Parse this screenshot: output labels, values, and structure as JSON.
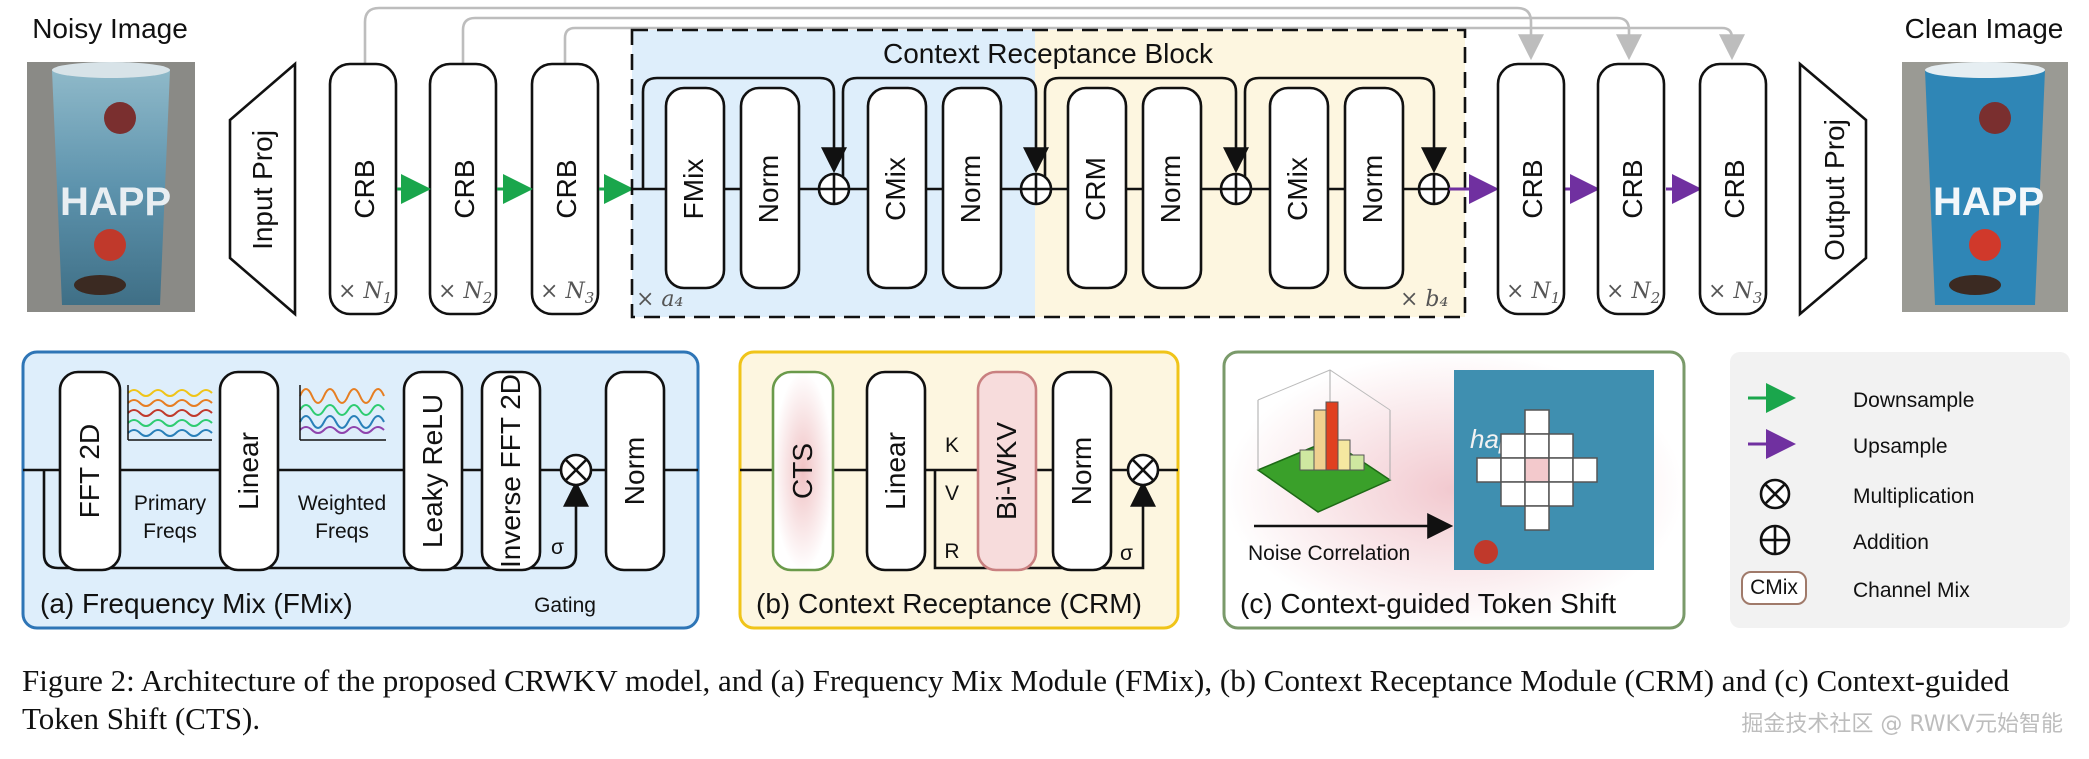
{
  "top": {
    "noisy_title": "Noisy Image",
    "clean_title": "Clean Image",
    "input_proj": "Input Proj",
    "output_proj": "Output Proj",
    "crb_label": "CRB",
    "mult_x": "× ",
    "subs": [
      "N",
      "1",
      "N",
      "2",
      "N",
      "3"
    ],
    "block_title": "Context Receptance Block",
    "a4": "× a₄",
    "b4": "× b₄",
    "inner": [
      "FMix",
      "Norm",
      "CMix",
      "Norm",
      "CRM",
      "Norm",
      "CMix",
      "Norm"
    ],
    "colors": {
      "fmix": "#2e75b6",
      "cmix": "#a07a6a",
      "crm": "#f0c419",
      "down": "#1aa64c",
      "up": "#7030a0",
      "blue_bg": "#deeefb",
      "yellow_bg": "#fdf6e0"
    }
  },
  "panel_a": {
    "fft": "FFT 2D",
    "primary1": "Primary",
    "primary2": "Freqs",
    "linear": "Linear",
    "weighted1": "Weighted",
    "weighted2": "Freqs",
    "leaky": "Leaky ReLU",
    "ifft": "Inverse FFT 2D",
    "norm": "Norm",
    "sigma": "σ",
    "gating": "Gating",
    "caption": "(a) Frequency Mix (FMix)"
  },
  "panel_b": {
    "cts": "CTS",
    "linear": "Linear",
    "bi": "Bi-WKV",
    "norm": "Norm",
    "k": "K",
    "v": "V",
    "r": "R",
    "sigma": "σ",
    "caption": "(b) Context Receptance (CRM)"
  },
  "panel_c": {
    "noise": "Noise Correlation",
    "caption": "(c) Context-guided Token Shift"
  },
  "legend": {
    "down": "Downsample",
    "up": "Upsample",
    "mul": "Multiplication",
    "add": "Addition",
    "cmix_box": "CMix",
    "cmix": "Channel Mix"
  },
  "caption": "Figure 2: Architecture of the proposed CRWKV model, and (a) Frequency Mix Module (FMix), (b) Context Receptance Module (CRM) and (c) Context-guided Token Shift (CTS).",
  "watermark": "掘金技术社区 @ RWKV元始智能"
}
